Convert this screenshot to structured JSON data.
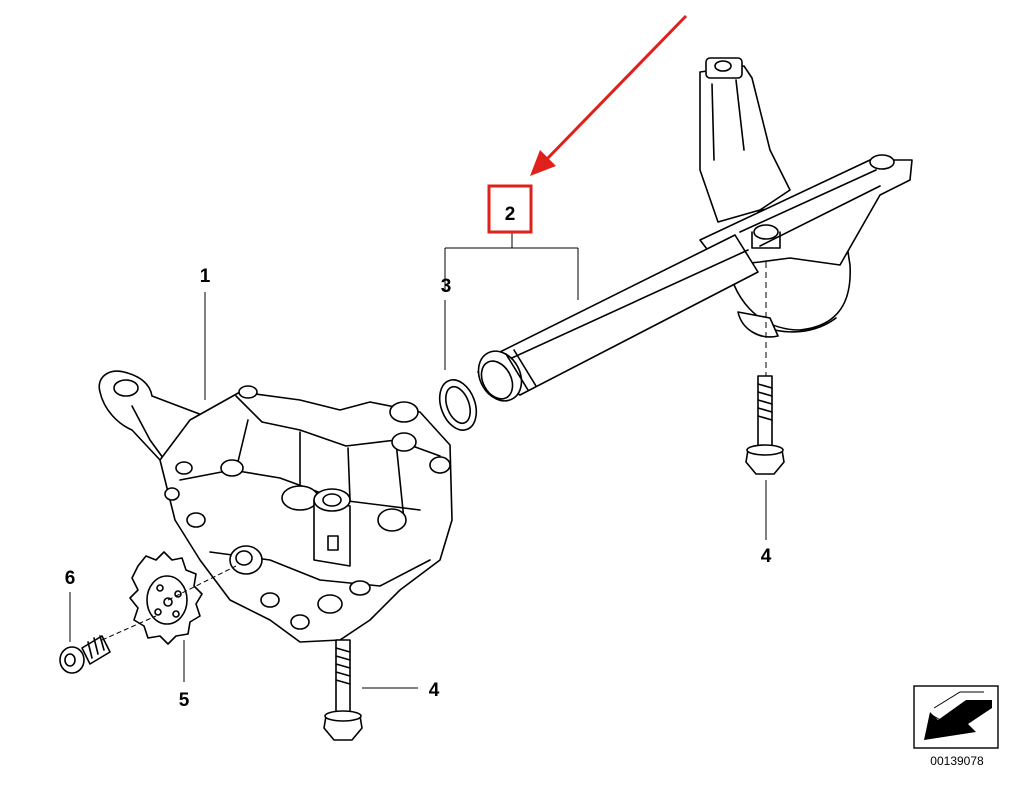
{
  "callouts": {
    "c1": "1",
    "c2": "2",
    "c3": "3",
    "c4a": "4",
    "c4b": "4",
    "c5": "5",
    "c6": "6"
  },
  "diagram_number": "00139078",
  "highlight": {
    "color": "#e0201b",
    "target_callout": "2"
  }
}
